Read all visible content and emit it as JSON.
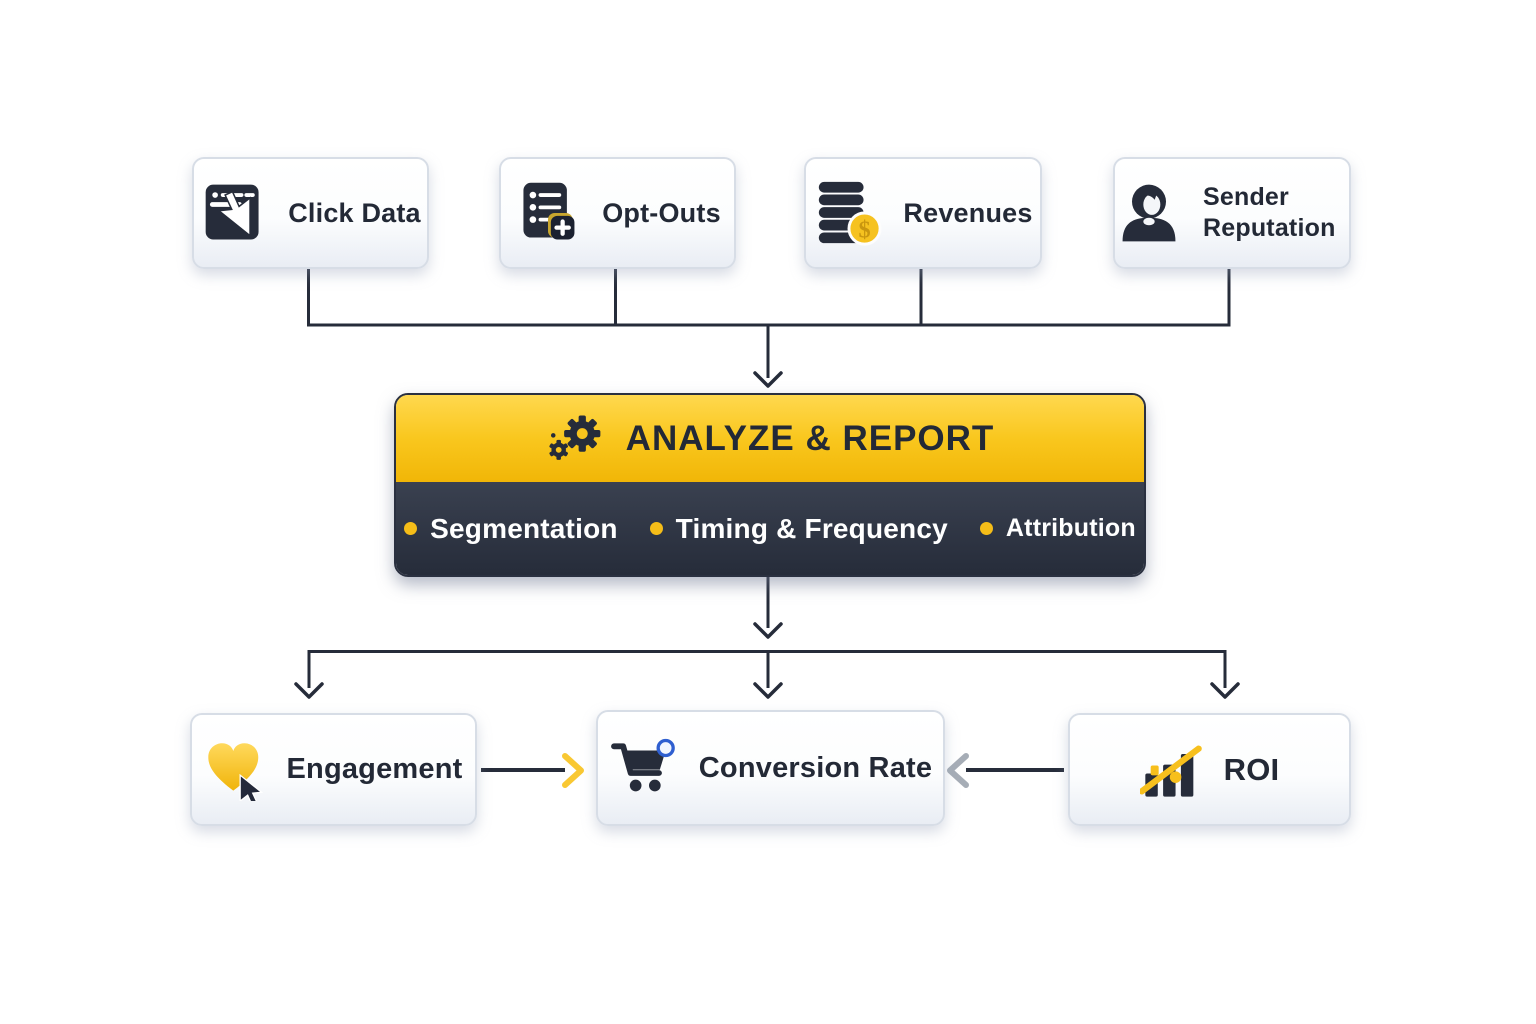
{
  "colors": {
    "accent_yellow": "#F7C31D",
    "dark_navy": "#262C3A",
    "box_border": "#D7DDE6",
    "bullet_yellow": "#F5BD18",
    "cart_badge_blue": "#2F5FD0",
    "arrow_gray": "#A6ADB6",
    "arrow_yellow": "#F9C833"
  },
  "inputs": [
    {
      "label": "Click Data",
      "icon": "browser-click-icon"
    },
    {
      "label": "Opt-Outs",
      "icon": "list-add-icon"
    },
    {
      "label": "Revenues",
      "icon": "coin-stack-icon"
    },
    {
      "label": "Sender Reputation",
      "icon": "person-icon"
    }
  ],
  "process": {
    "title": "ANALYZE & REPORT",
    "icon": "gears-icon",
    "bullets": [
      "Segmentation",
      "Timing & Frequency",
      "Attribution"
    ]
  },
  "outputs": [
    {
      "label": "Engagement",
      "icon": "heart-cursor-icon"
    },
    {
      "label": "Conversion Rate",
      "icon": "shopping-cart-icon"
    },
    {
      "label": "ROI",
      "icon": "growth-chart-icon"
    }
  ]
}
